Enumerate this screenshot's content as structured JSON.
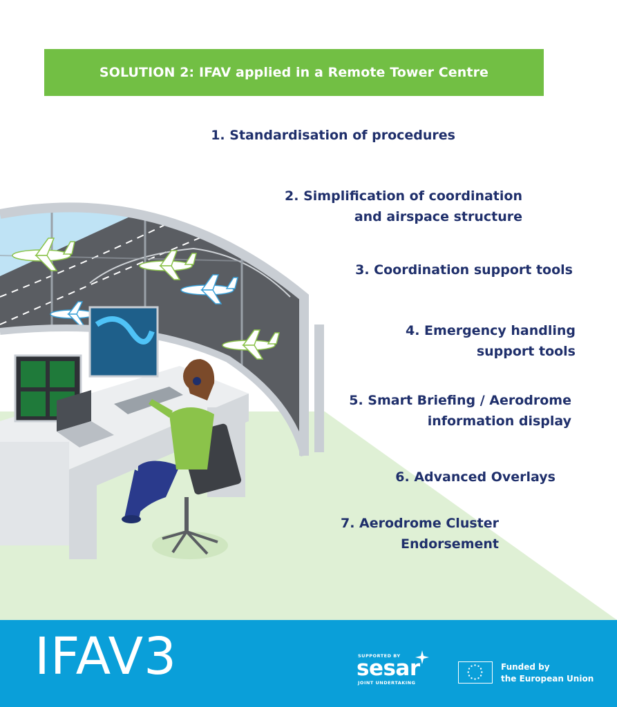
{
  "banner": {
    "title": "SOLUTION 2: IFAV applied in a Remote Tower Centre"
  },
  "items": [
    {
      "line1": "1.  Standardisation of procedures",
      "line2": ""
    },
    {
      "line1": "2.  Simplification of coordination",
      "line2": "and airspace structure"
    },
    {
      "line1": "3.  Coordination support tools",
      "line2": ""
    },
    {
      "line1": "4.  Emergency handling",
      "line2": "support tools"
    },
    {
      "line1": "5.  Smart Briefing / Aerodrome",
      "line2": "information display"
    },
    {
      "line1": "6.  Advanced Overlays",
      "line2": ""
    },
    {
      "line1": "7.  Aerodrome Cluster",
      "line2": "Endorsement"
    }
  ],
  "footer": {
    "brand": "IFAV3",
    "sesar_supported": "SUPPORTED BY",
    "sesar_name": "sesar",
    "sesar_joint": "JOINT UNDERTAKING",
    "eu_line1": "Funded by",
    "eu_line2": "the European Union"
  },
  "colors": {
    "banner_green": "#72bf44",
    "text_navy": "#1f2f6b",
    "footer_blue": "#0a9fd9",
    "floor_green": "#dff0d5"
  },
  "icons": [
    "controller-illustration",
    "airplane-icon",
    "sesar-logo",
    "eu-flag-icon"
  ]
}
